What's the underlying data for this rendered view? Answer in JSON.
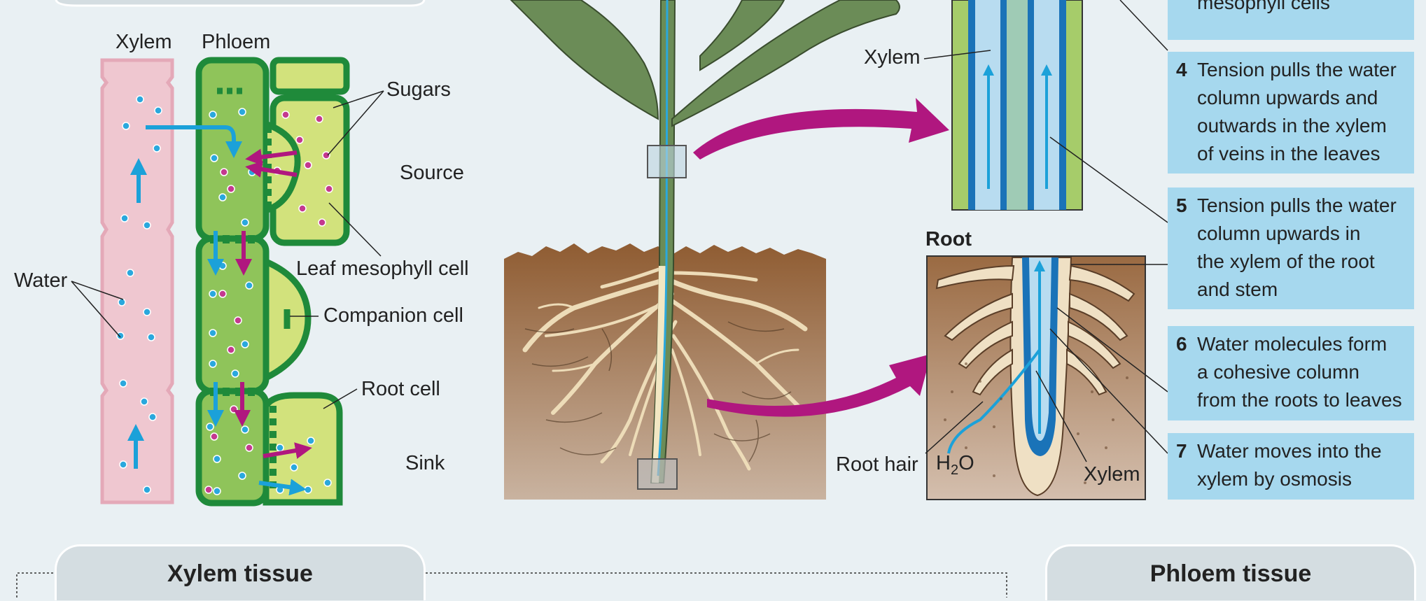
{
  "phloem_diagram": {
    "xylem_label": "Xylem",
    "phloem_label": "Phloem",
    "sugars_label": "Sugars",
    "source_label": "Source",
    "water_label": "Water",
    "leaf_mesophyll_label": "Leaf mesophyll cell",
    "companion_cell_label": "Companion cell",
    "root_cell_label": "Root cell",
    "sink_label": "Sink"
  },
  "stem_inset": {
    "xylem_label": "Xylem"
  },
  "root_inset": {
    "title": "Root",
    "root_hair_label": "Root hair",
    "h2o_h": "H",
    "h2o_sub": "2",
    "h2o_o": "O",
    "xylem_label": "Xylem"
  },
  "steps": [
    {
      "text": "mesophyll cells"
    },
    {
      "number": "4",
      "text": "Tension pulls the water\ncolumn upwards and\noutwards in the xylem\nof veins in the leaves"
    },
    {
      "number": "5",
      "text": "Tension pulls the water\ncolumn upwards in\nthe xylem of the root\nand stem"
    },
    {
      "number": "6",
      "text": "Water molecules form\na cohesive column\nfrom the roots to leaves"
    },
    {
      "number": "7",
      "text": "Water moves into the\nxylem by osmosis"
    }
  ],
  "bottom_tabs": {
    "xylem_tissue": "Xylem tissue",
    "phloem_tissue": "Phloem tissue"
  },
  "colors": {
    "background": "#e9f0f3",
    "step_box": "#a6d8ee",
    "water_arrow": "#1ba1d9",
    "sugar_arrow": "#b0177f",
    "phloem_green": "#1f8a3a",
    "xylem_pink": "#efc7d0",
    "soil": "#9c6a3f"
  }
}
